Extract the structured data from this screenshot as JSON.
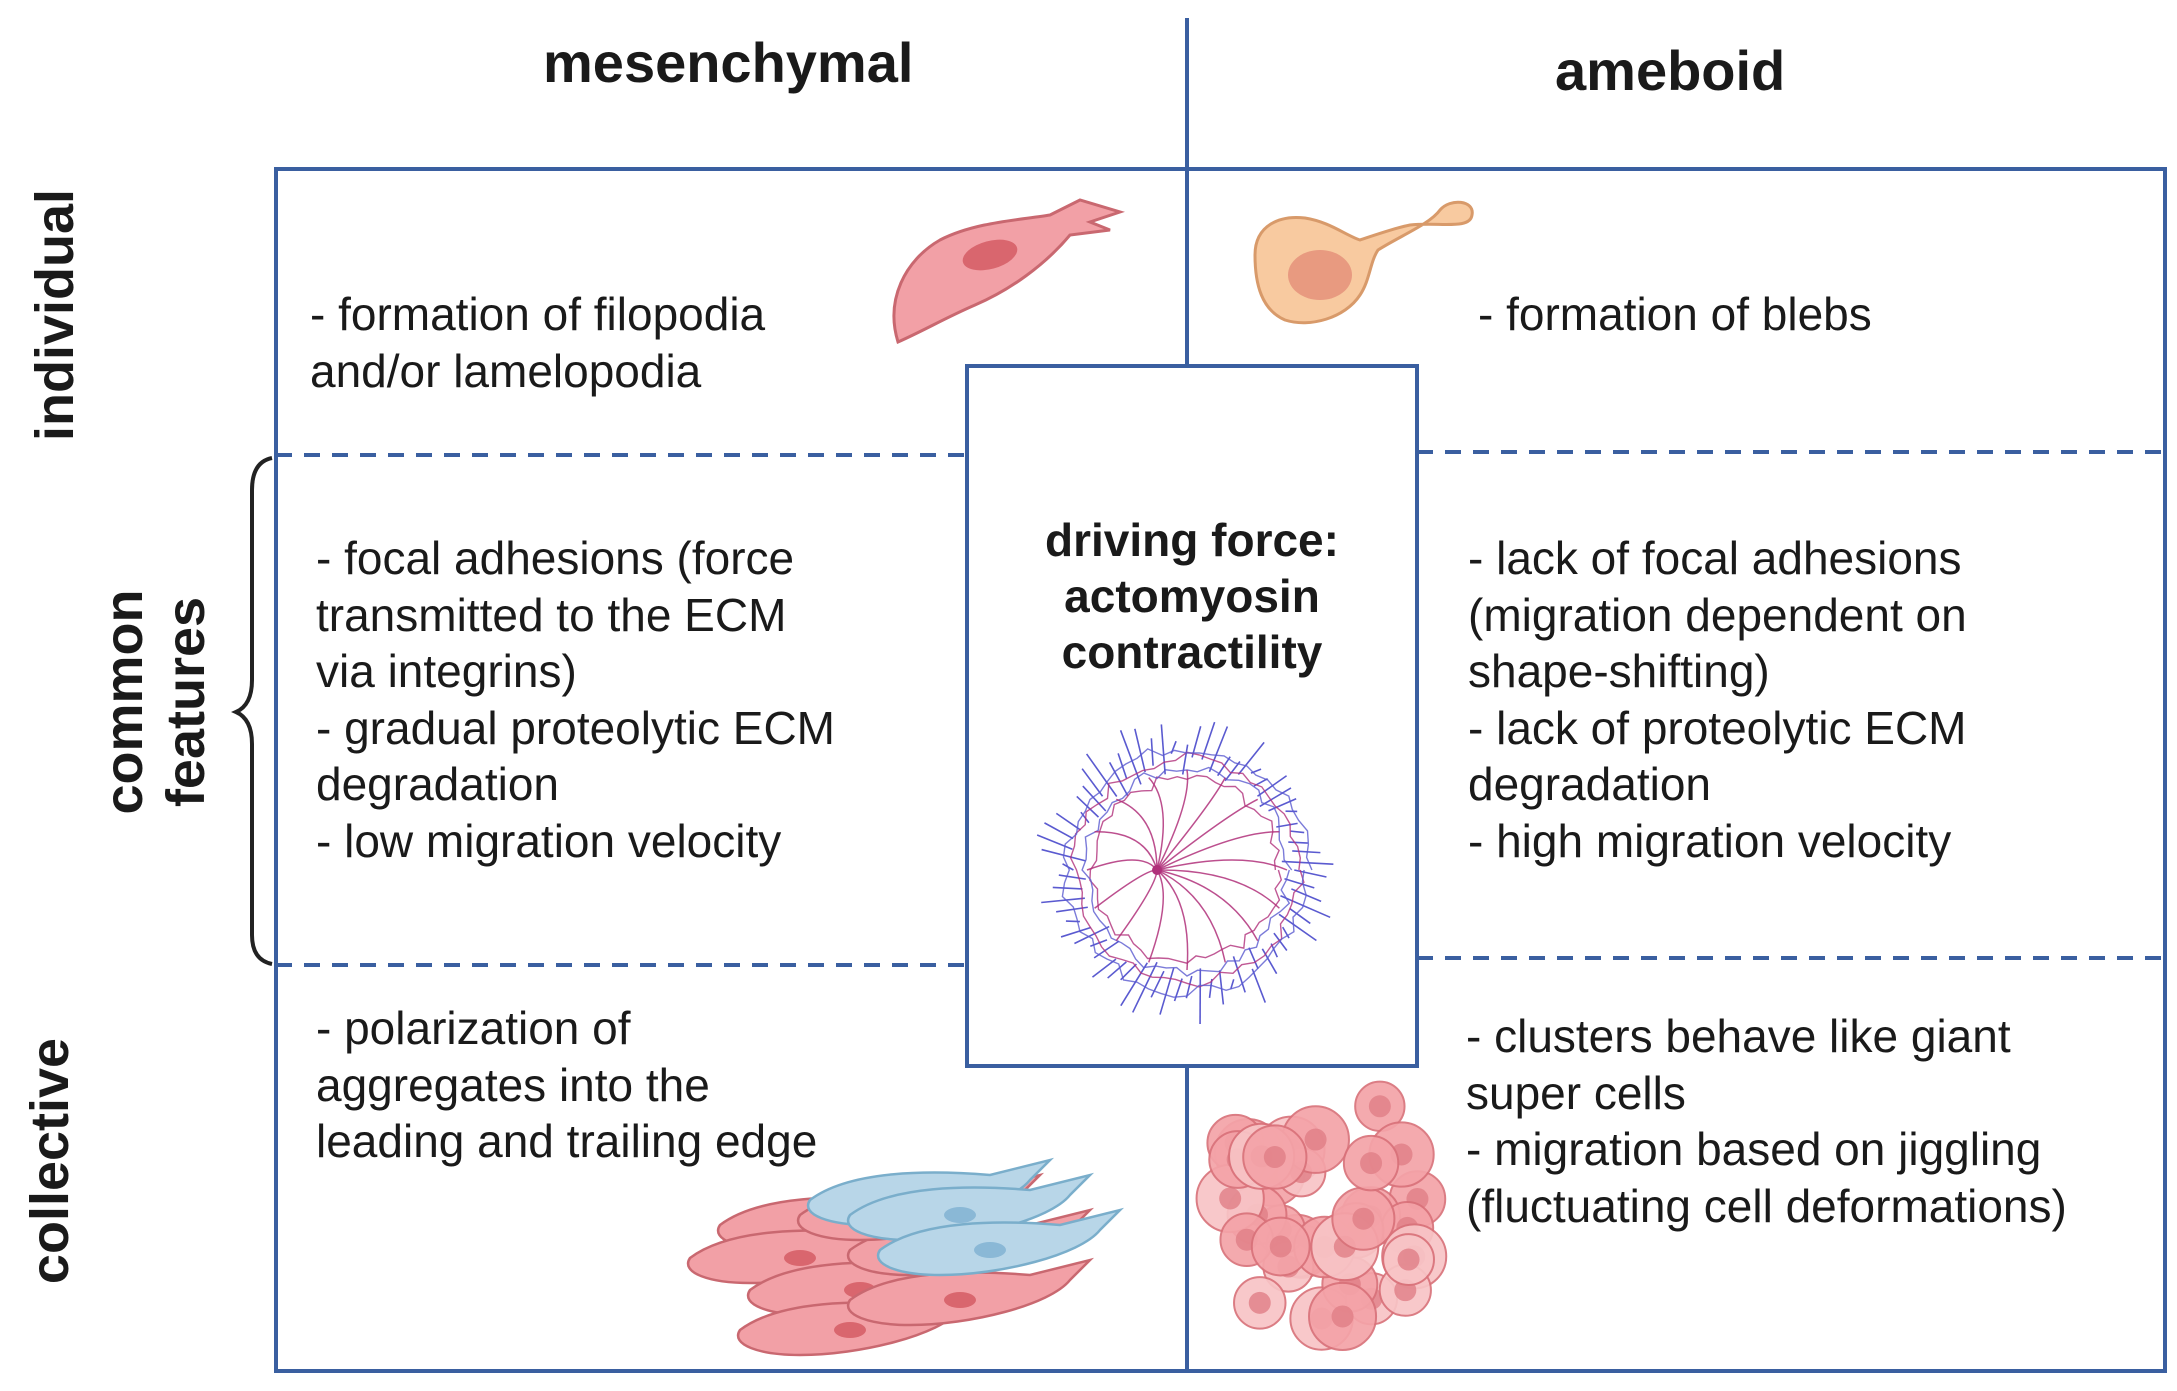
{
  "columns": {
    "left": "mesenchymal",
    "right": "ameboid"
  },
  "rows": {
    "individual": "individual",
    "common": "common\nfeatures",
    "collective": "collective"
  },
  "cells": {
    "mes_individual": "- formation of filopodia\nand/or lamelopodia",
    "ame_individual": "- formation of blebs",
    "mes_common": "- focal adhesions (force\ntransmitted to the ECM\nvia integrins)\n- gradual proteolytic ECM\ndegradation\n- low migration velocity",
    "ame_common": "- lack of focal adhesions\n(migration dependent on\nshape-shifting)\n- lack of proteolytic ECM\ndegradation\n- high migration velocity",
    "mes_collective": "- polarization of\naggregates into the\nleading and trailing edge",
    "ame_collective": "- clusters behave like giant\nsuper cells\n- migration based on jiggling\n(fluctuating cell deformations)"
  },
  "center": "driving force:\nactomyosin\ncontractility",
  "colors": {
    "frame": "#3a5fa0",
    "mesenchymal_cell": "#f2a0a6",
    "mesenchymal_nucleus": "#d9666e",
    "ameboid_cell": "#f8caa0",
    "ameboid_nucleus": "#e89a80",
    "collective_blue": "#b8d6e8",
    "actin": "#5a5ad0",
    "myosin": "#b0307a"
  }
}
